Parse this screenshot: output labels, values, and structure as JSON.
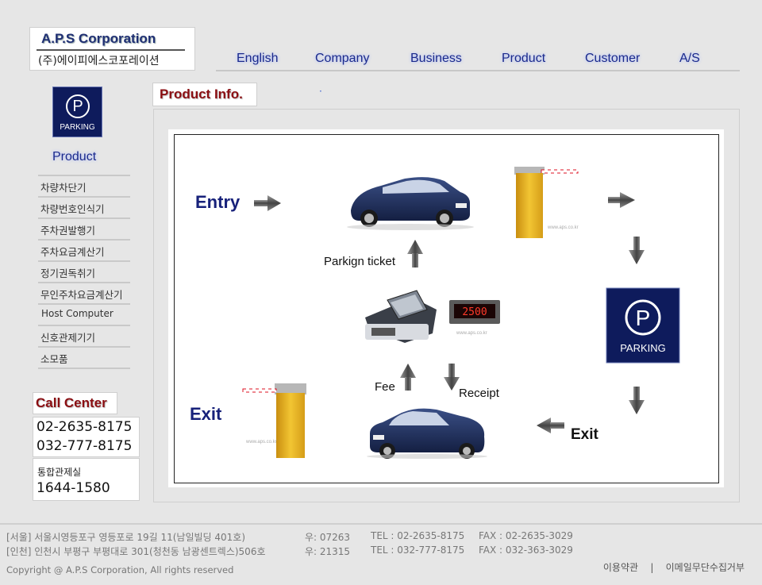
{
  "logo": {
    "en": "A.P.S Corporation",
    "ko": "(주)에이피에스코포레이션"
  },
  "nav": [
    {
      "label": "English"
    },
    {
      "label": "Company"
    },
    {
      "label": "Business"
    },
    {
      "label": "Product"
    },
    {
      "label": "Customer"
    },
    {
      "label": "A/S"
    }
  ],
  "sidebar": {
    "logo_letter": "P",
    "logo_text": "PARKING",
    "title": "Product",
    "items": [
      {
        "label": "차량차단기"
      },
      {
        "label": "차량번호인식기"
      },
      {
        "label": "주차권발행기"
      },
      {
        "label": "주차요금계산기"
      },
      {
        "label": "정기권독취기"
      },
      {
        "label": "무인주차요금계산기"
      },
      {
        "label": "Host Computer"
      },
      {
        "label": "신호관제기기"
      },
      {
        "label": "소모품"
      }
    ]
  },
  "call_center": {
    "title": "Call Center",
    "numbers": [
      "02-2635-8175",
      "032-777-8175"
    ],
    "center_label": "통합관제실",
    "center_number": "1644-1580"
  },
  "section_title": "Product Info.",
  "diagram": {
    "entry": "Entry",
    "exit": "Exit",
    "exit_arrow": "Exit",
    "parking_ticket": "Parkign ticket",
    "fee": "Fee",
    "receipt": "Receipt",
    "parking_letter": "P",
    "parking_text": "PARKING",
    "display_value": "2500",
    "watermark": "www.aps.co.kr",
    "colors": {
      "car": "#1c2a55",
      "barrier_post": "#e8b21c",
      "parking_sign": "#0e1b5c"
    }
  },
  "footer": {
    "rows": [
      {
        "address": "[서울] 서울시영등포구 영등포로 19길 11(남일빌딩 401호)",
        "zip": "우: 07263",
        "tel": "TEL : 02-2635-8175",
        "fax": "FAX : 02-2635-3029"
      },
      {
        "address": "[인천] 인천시 부평구 부평대로 301(청천동 남광센트렉스)506호",
        "zip": "우: 21315",
        "tel": "TEL : 032-777-8175",
        "fax": "FAX : 032-363-3029"
      }
    ],
    "copyright": "Copyright @ A.P.S Corporation, All rights reserved",
    "links": [
      "이용약관",
      "이메일무단수집거부"
    ],
    "separator": "|"
  }
}
